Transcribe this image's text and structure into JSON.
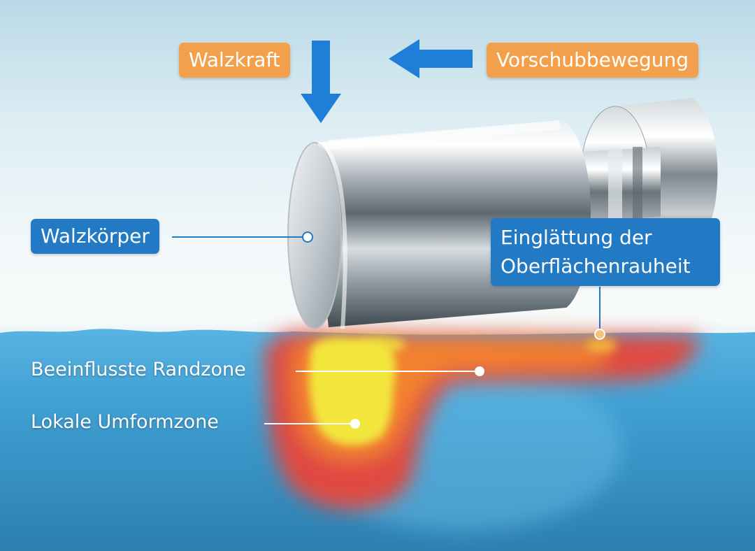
{
  "labels": {
    "rolling_force": "Walzkraft",
    "feed_motion": "Vorschubbewegung",
    "rolling_body": "Walzkörper",
    "smoothing": "Einglättung der Oberflächenrauheit",
    "affected_zone": "Beeinflusste Randzone",
    "forming_zone": "Lokale Umformzone"
  },
  "colors": {
    "orange_tag": "#f3a04c",
    "blue_tag": "#2279c4",
    "arrow_blue": "#1f7fd8",
    "material_blue": "#3f9fd3",
    "heat_red": "#e8443a",
    "heat_yellow": "#f2e63e"
  }
}
